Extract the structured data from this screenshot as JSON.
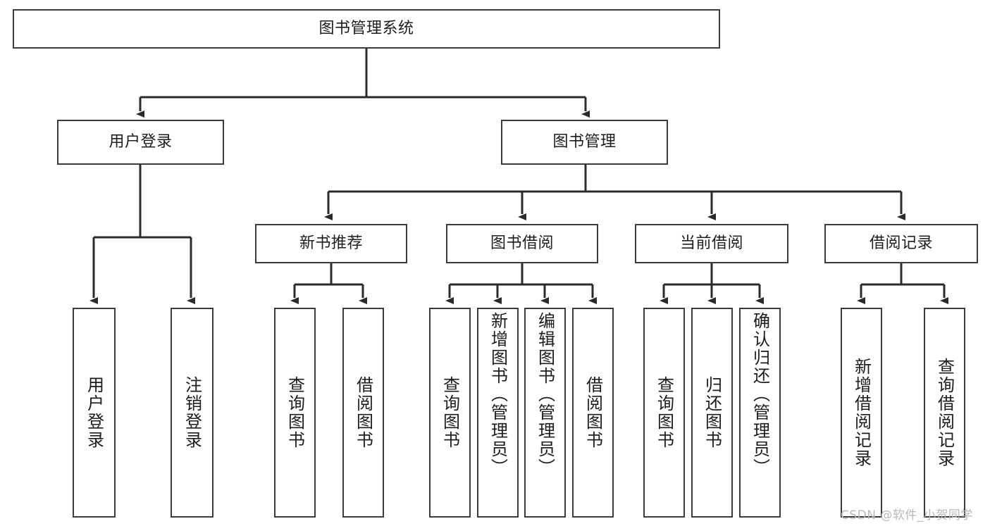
{
  "diagram": {
    "title": "图书管理系统",
    "type": "tree",
    "colors": {
      "box_border": "#3b3b3b",
      "box_fill": "#ffffff",
      "connector": "#2b2b2b",
      "text": "#1d1d1d",
      "watermark": "#b9b9b9"
    },
    "root": {
      "label": "图书管理系统"
    },
    "level2": [
      {
        "label": "用户登录"
      },
      {
        "label": "图书管理"
      }
    ],
    "level3": [
      {
        "label": "新书推荐"
      },
      {
        "label": "图书借阅"
      },
      {
        "label": "当前借阅"
      },
      {
        "label": "借阅记录"
      }
    ],
    "leaves": {
      "user_login": [
        {
          "label": "用户登录"
        },
        {
          "label": "注销登录"
        }
      ],
      "new_book_recommend": [
        {
          "label": "查询图书"
        },
        {
          "label": "借阅图书"
        }
      ],
      "book_borrow": [
        {
          "label": "查询图书"
        },
        {
          "label": "新增图书（管理员）"
        },
        {
          "label": "编辑图书（管理员）"
        },
        {
          "label": "借阅图书"
        }
      ],
      "current_borrow": [
        {
          "label": "查询图书"
        },
        {
          "label": "归还图书"
        },
        {
          "label": "确认归还（管理员）"
        }
      ],
      "borrow_record": [
        {
          "label": "新增借阅记录"
        },
        {
          "label": "查询借阅记录"
        }
      ]
    }
  },
  "watermark": {
    "text": "CSDN @软件_小贺同学"
  }
}
